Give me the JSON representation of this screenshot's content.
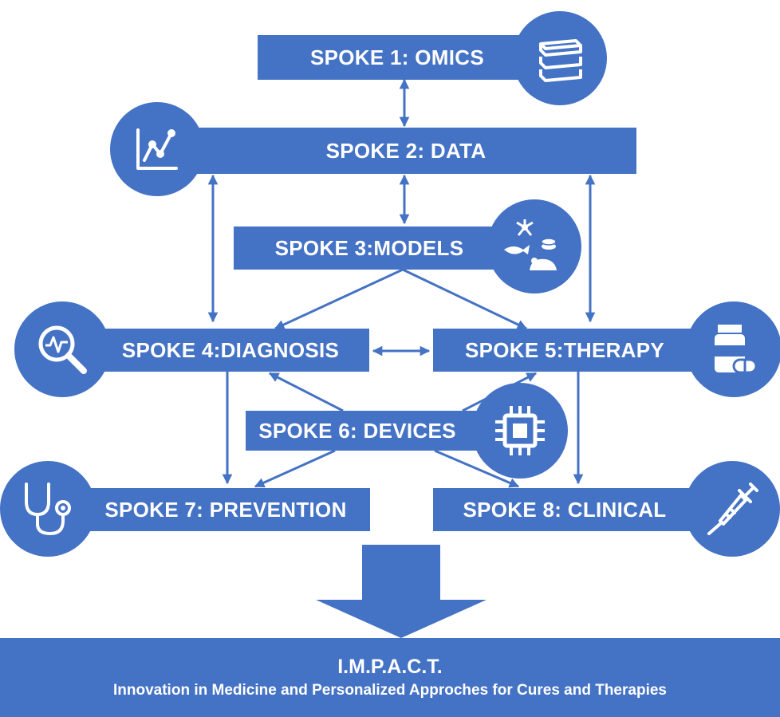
{
  "spokes": {
    "s1": "SPOKE 1: OMICS",
    "s2": "SPOKE 2: DATA",
    "s3": "SPOKE 3:MODELS",
    "s4": "SPOKE 4:DIAGNOSIS",
    "s5": "SPOKE 5:THERAPY",
    "s6": "SPOKE 6: DEVICES",
    "s7": "SPOKE 7: PREVENTION",
    "s8": "SPOKE 8: CLINICAL"
  },
  "impact": {
    "title": "I.M.P.A.C.T.",
    "subtitle": "Innovation in Medicine and Personalized Approches for Cures and Therapies"
  },
  "icons": {
    "s1": "books-stack-icon",
    "s2": "line-chart-icon",
    "s3": "model-organisms-icon",
    "s4": "magnifier-pulse-icon",
    "s5": "medicine-bottle-icon",
    "s6": "microchip-icon",
    "s7": "stethoscope-icon",
    "s8": "syringe-icon"
  },
  "colors": {
    "primary": "#4472c4",
    "text": "#ffffff"
  }
}
